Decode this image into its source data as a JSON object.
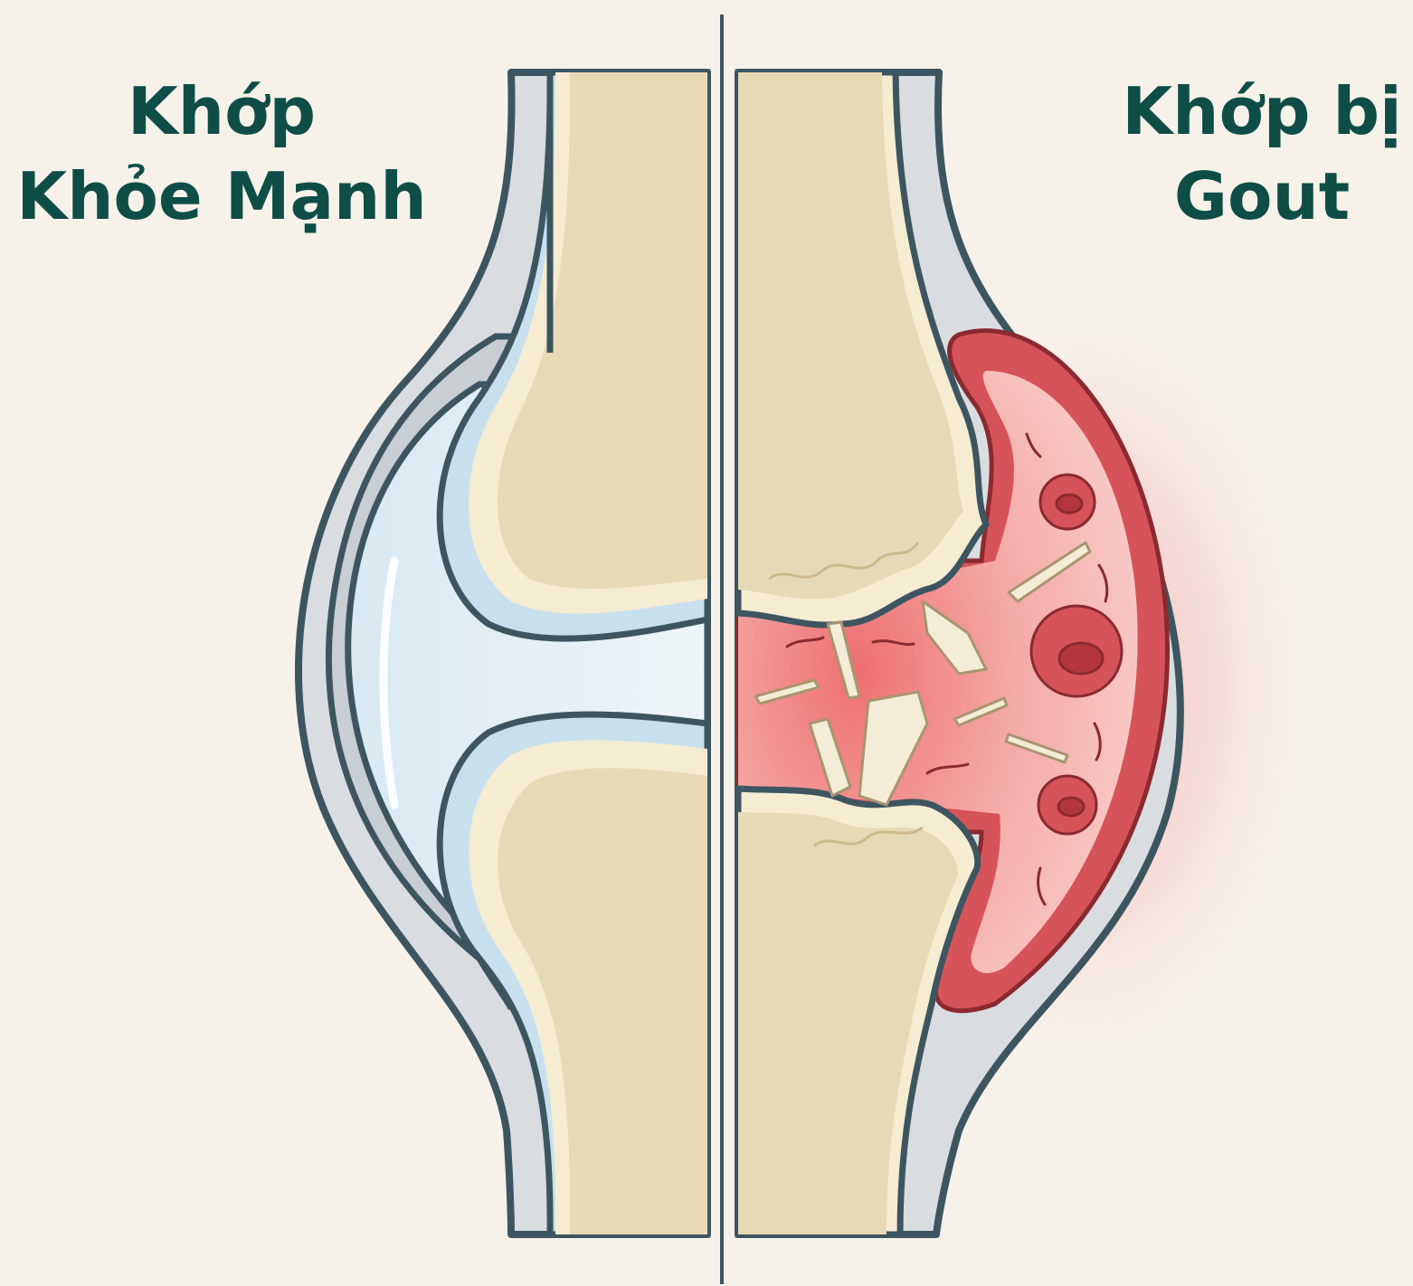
{
  "healthy_joint": {
    "title_line1": "Khớp",
    "title_line2": "Khỏe Mạnh"
  },
  "gout_joint": {
    "title_line1": "Khớp bị",
    "title_line2": "Gout"
  },
  "colors": {
    "background": "#f6f2ea",
    "title_text": "#0f4d47",
    "outline": "#3d5560",
    "bone": "#e8d9b6",
    "cartilage_layer": "#f5ecd2",
    "synovial_fluid": "#e0eef4",
    "cartilage_blue": "#c8e0ee",
    "capsule": "#d9dde0",
    "inflamed_membrane": "#d6535a",
    "inflamed_fluid": "#f2a5a5",
    "urate_crystal": "#f3ecd6"
  }
}
